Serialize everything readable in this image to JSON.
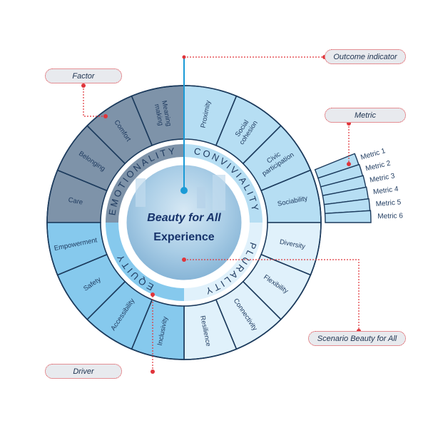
{
  "center": {
    "line1": "Beauty for All",
    "line2": "Experience"
  },
  "drivers": [
    {
      "name": "EMOTIONALITY",
      "color": "#7e93a9",
      "factors": [
        "Care",
        "Belonging",
        "Comfort",
        "Meaning making"
      ]
    },
    {
      "name": "CONVIVIALITY",
      "color": "#b6def3",
      "factors": [
        "Proximity",
        "Social cohesion",
        "Civic participation",
        "Sociability"
      ]
    },
    {
      "name": "PLURALITY",
      "color": "#e0f1fb",
      "factors": [
        "Diversity",
        "Flexibility",
        "Connectivity",
        "Resilience"
      ]
    },
    {
      "name": "EQUITY",
      "color": "#86c9ed",
      "factors": [
        "Inclusivity",
        "Accessibility",
        "Safety",
        "Empowerment"
      ]
    }
  ],
  "metrics": [
    "Metric 1",
    "Metric 2",
    "Metric 3",
    "Metric 4",
    "Metric 5",
    "Metric 6"
  ],
  "callouts": {
    "outcome": "Outcome indicator",
    "factor": "Factor",
    "metric": "Metric",
    "scenario": "Scenario Beauty for All",
    "driver": "Driver"
  },
  "colors": {
    "line": "#1b3a5c",
    "text": "#1e3a5f",
    "accent": "#e0343a",
    "blue": "#1a9ad6"
  }
}
